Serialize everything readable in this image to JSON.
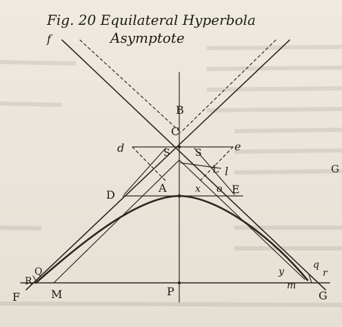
{
  "figure": {
    "title_line1": "Fig. 20 Equilateral Hyperbola",
    "title_line2": "Asymptote"
  },
  "labels": {
    "f": "f",
    "B": "B",
    "C": "C",
    "d": "d",
    "S_left": "S",
    "S_right": "S",
    "e": "e",
    "L": "L",
    "l": "l",
    "D": "D",
    "A": "A",
    "x": "x",
    "o": "o",
    "E": "E",
    "Q": "Q",
    "R": "R",
    "F": "F",
    "M": "M",
    "P": "P",
    "y": "y",
    "m": "m",
    "q": "q",
    "r": "r",
    "G": "G"
  },
  "margin": {
    "right_letter": "G"
  }
}
